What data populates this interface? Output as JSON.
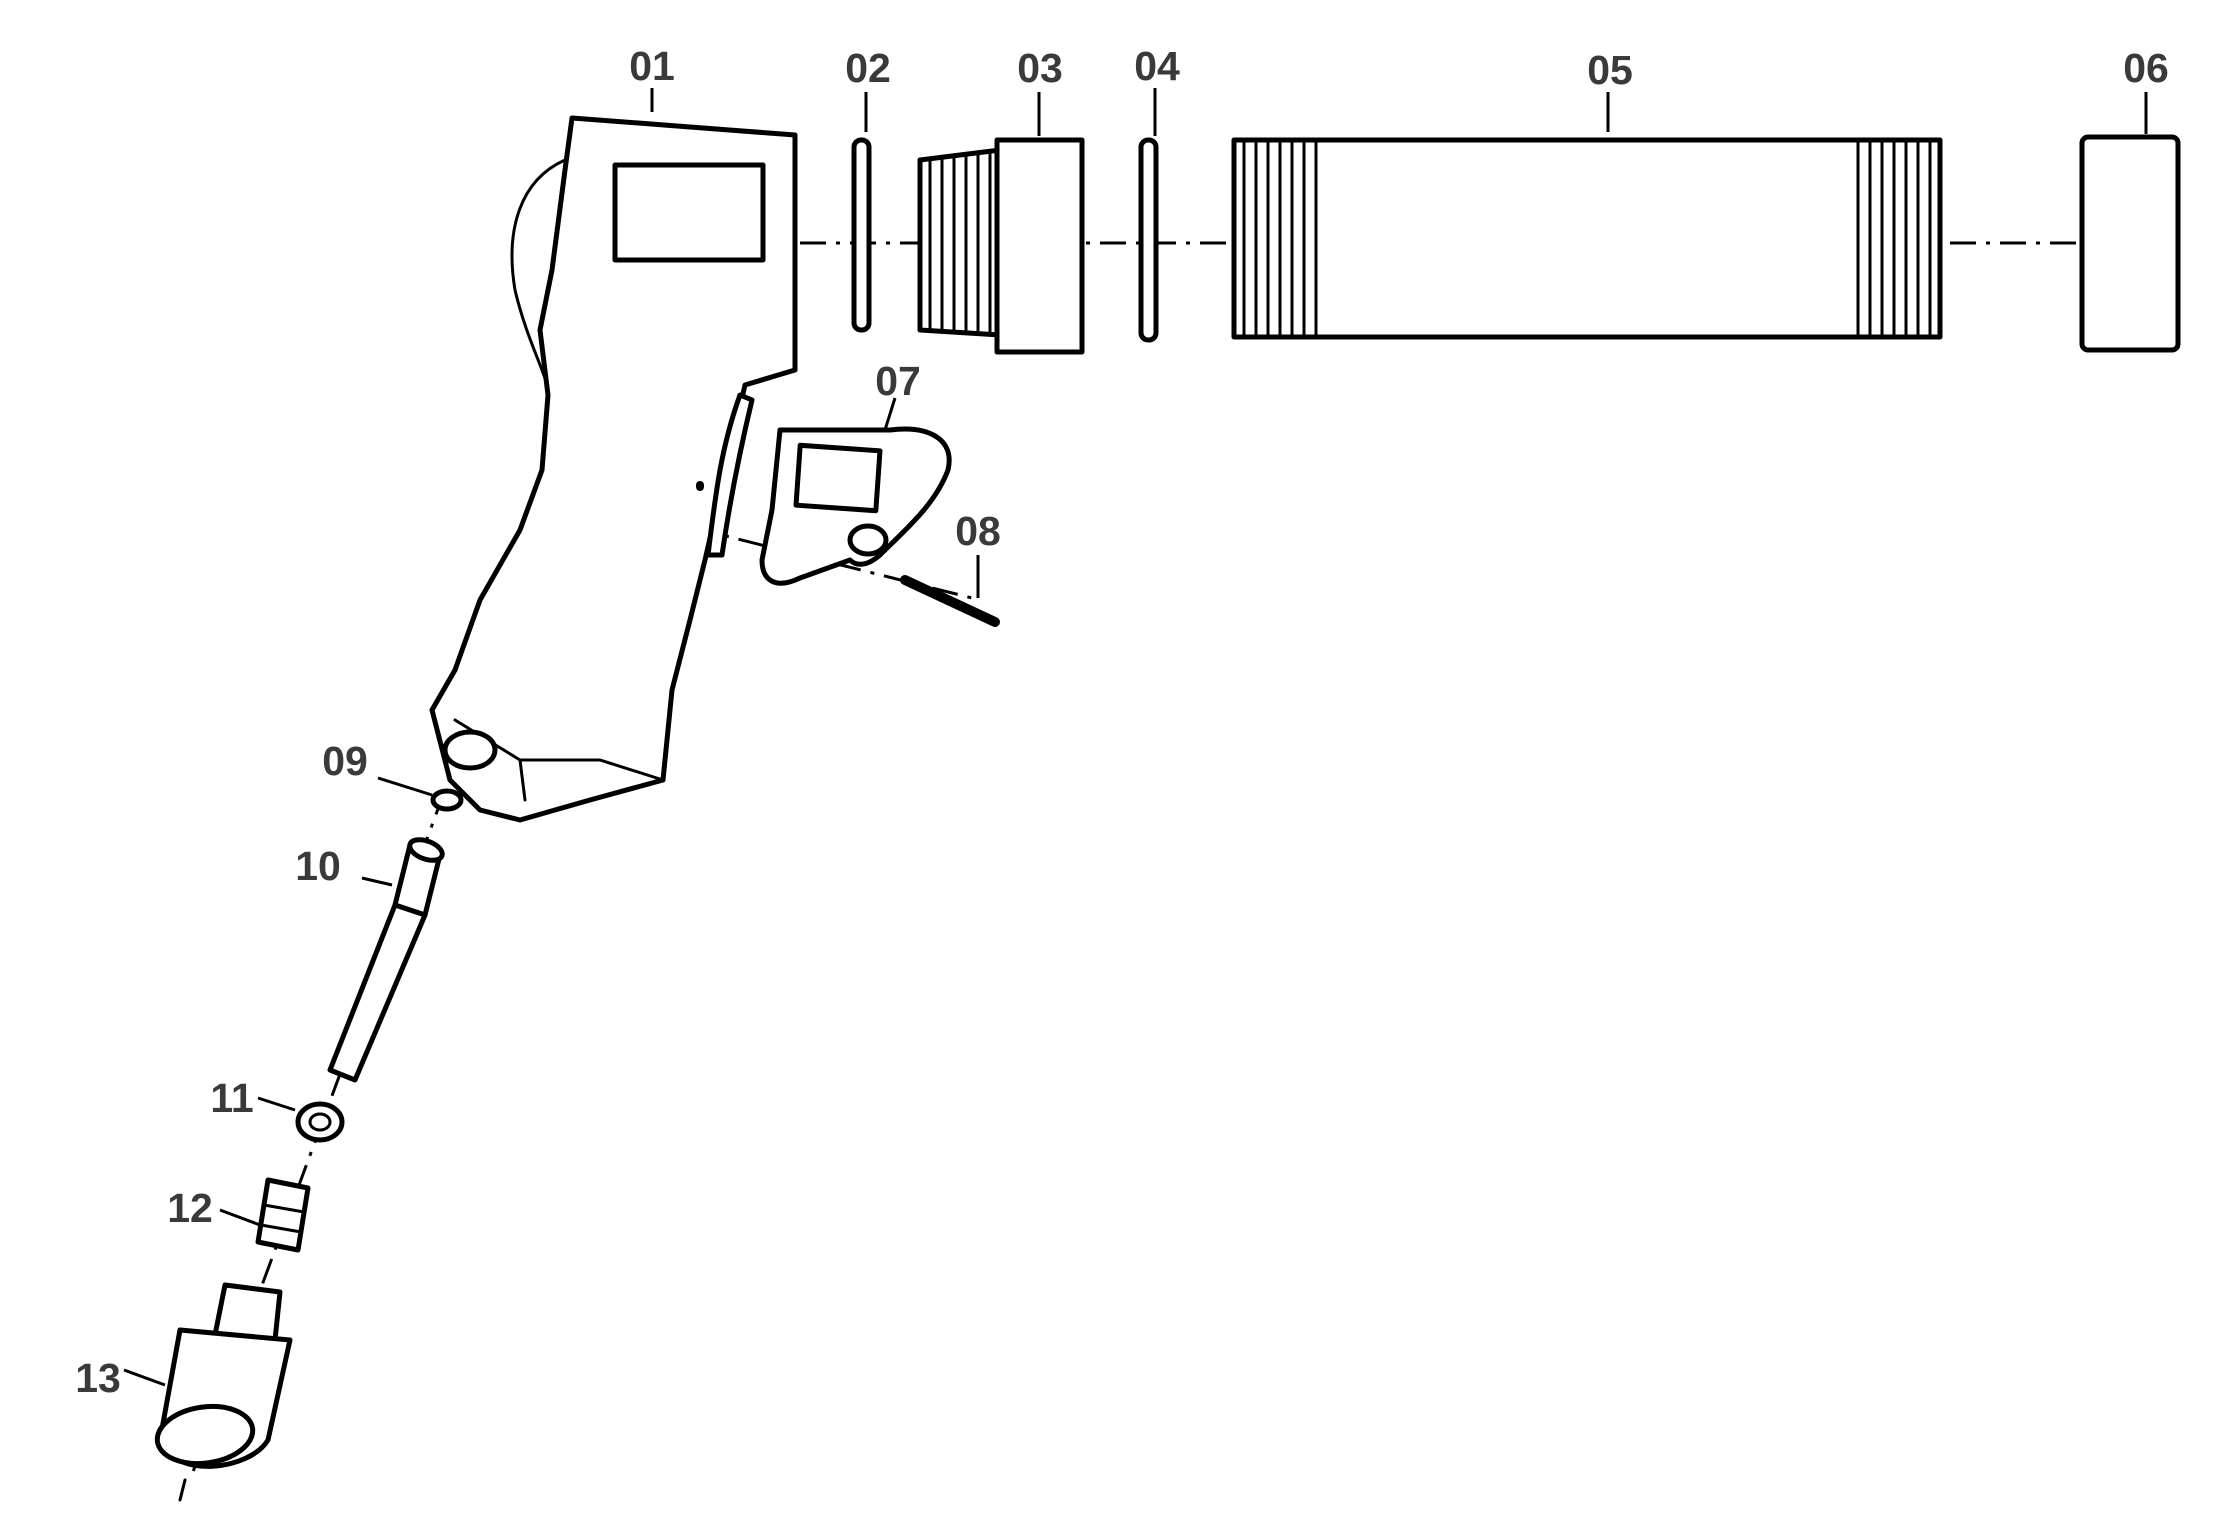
{
  "labels": {
    "p01": "01",
    "p02": "02",
    "p03": "03",
    "p04": "04",
    "p05": "05",
    "p06": "06",
    "p07": "07",
    "p08": "08",
    "p09": "09",
    "p10": "10",
    "p11": "11",
    "p12": "12",
    "p13": "13"
  }
}
